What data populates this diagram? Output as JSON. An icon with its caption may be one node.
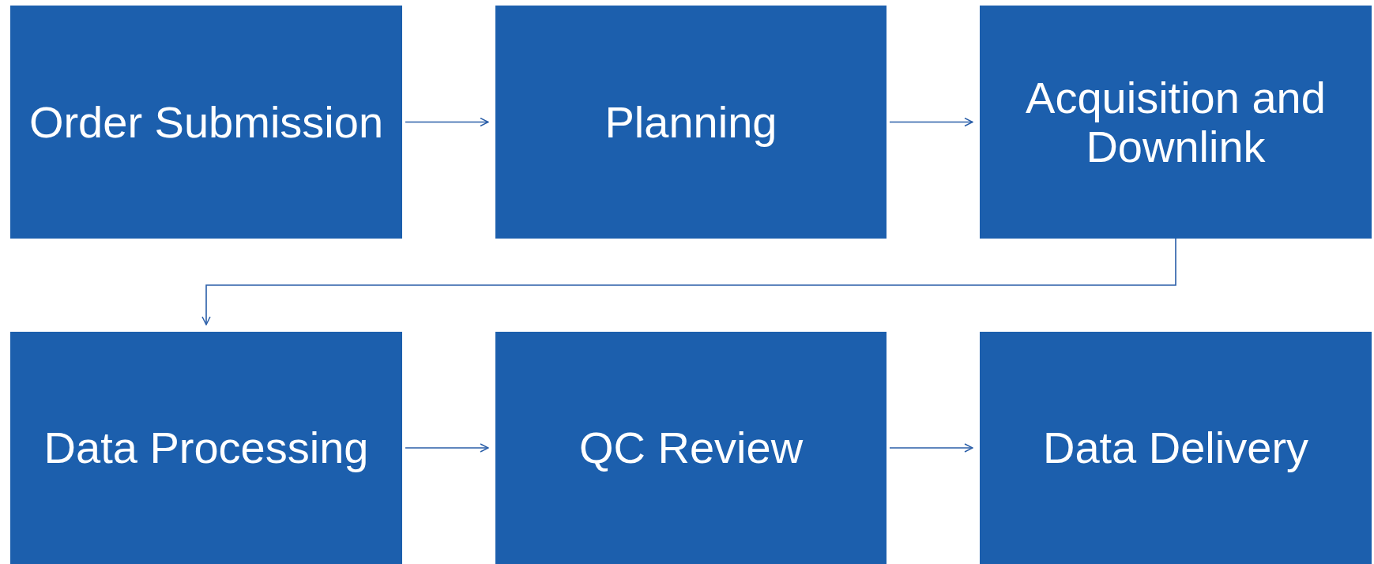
{
  "diagram": {
    "nodes": [
      {
        "text": [
          "Order Submission"
        ]
      },
      {
        "text": [
          "Planning"
        ]
      },
      {
        "text": [
          "Acquisition and Downlink"
        ]
      },
      {
        "text": [
          "Data Processing"
        ]
      },
      {
        "text": [
          "QC Review"
        ]
      },
      {
        "text": [
          "Data Delivery"
        ]
      }
    ],
    "edges": [
      {
        "from": 0,
        "to": 1,
        "arrow": "to"
      },
      {
        "from": 1,
        "to": 2,
        "arrow": "to"
      },
      {
        "from": 2,
        "to": 3,
        "arrow": "to"
      },
      {
        "from": 3,
        "to": 4,
        "arrow": "to"
      },
      {
        "from": 4,
        "to": 5,
        "arrow": "to"
      }
    ]
  }
}
